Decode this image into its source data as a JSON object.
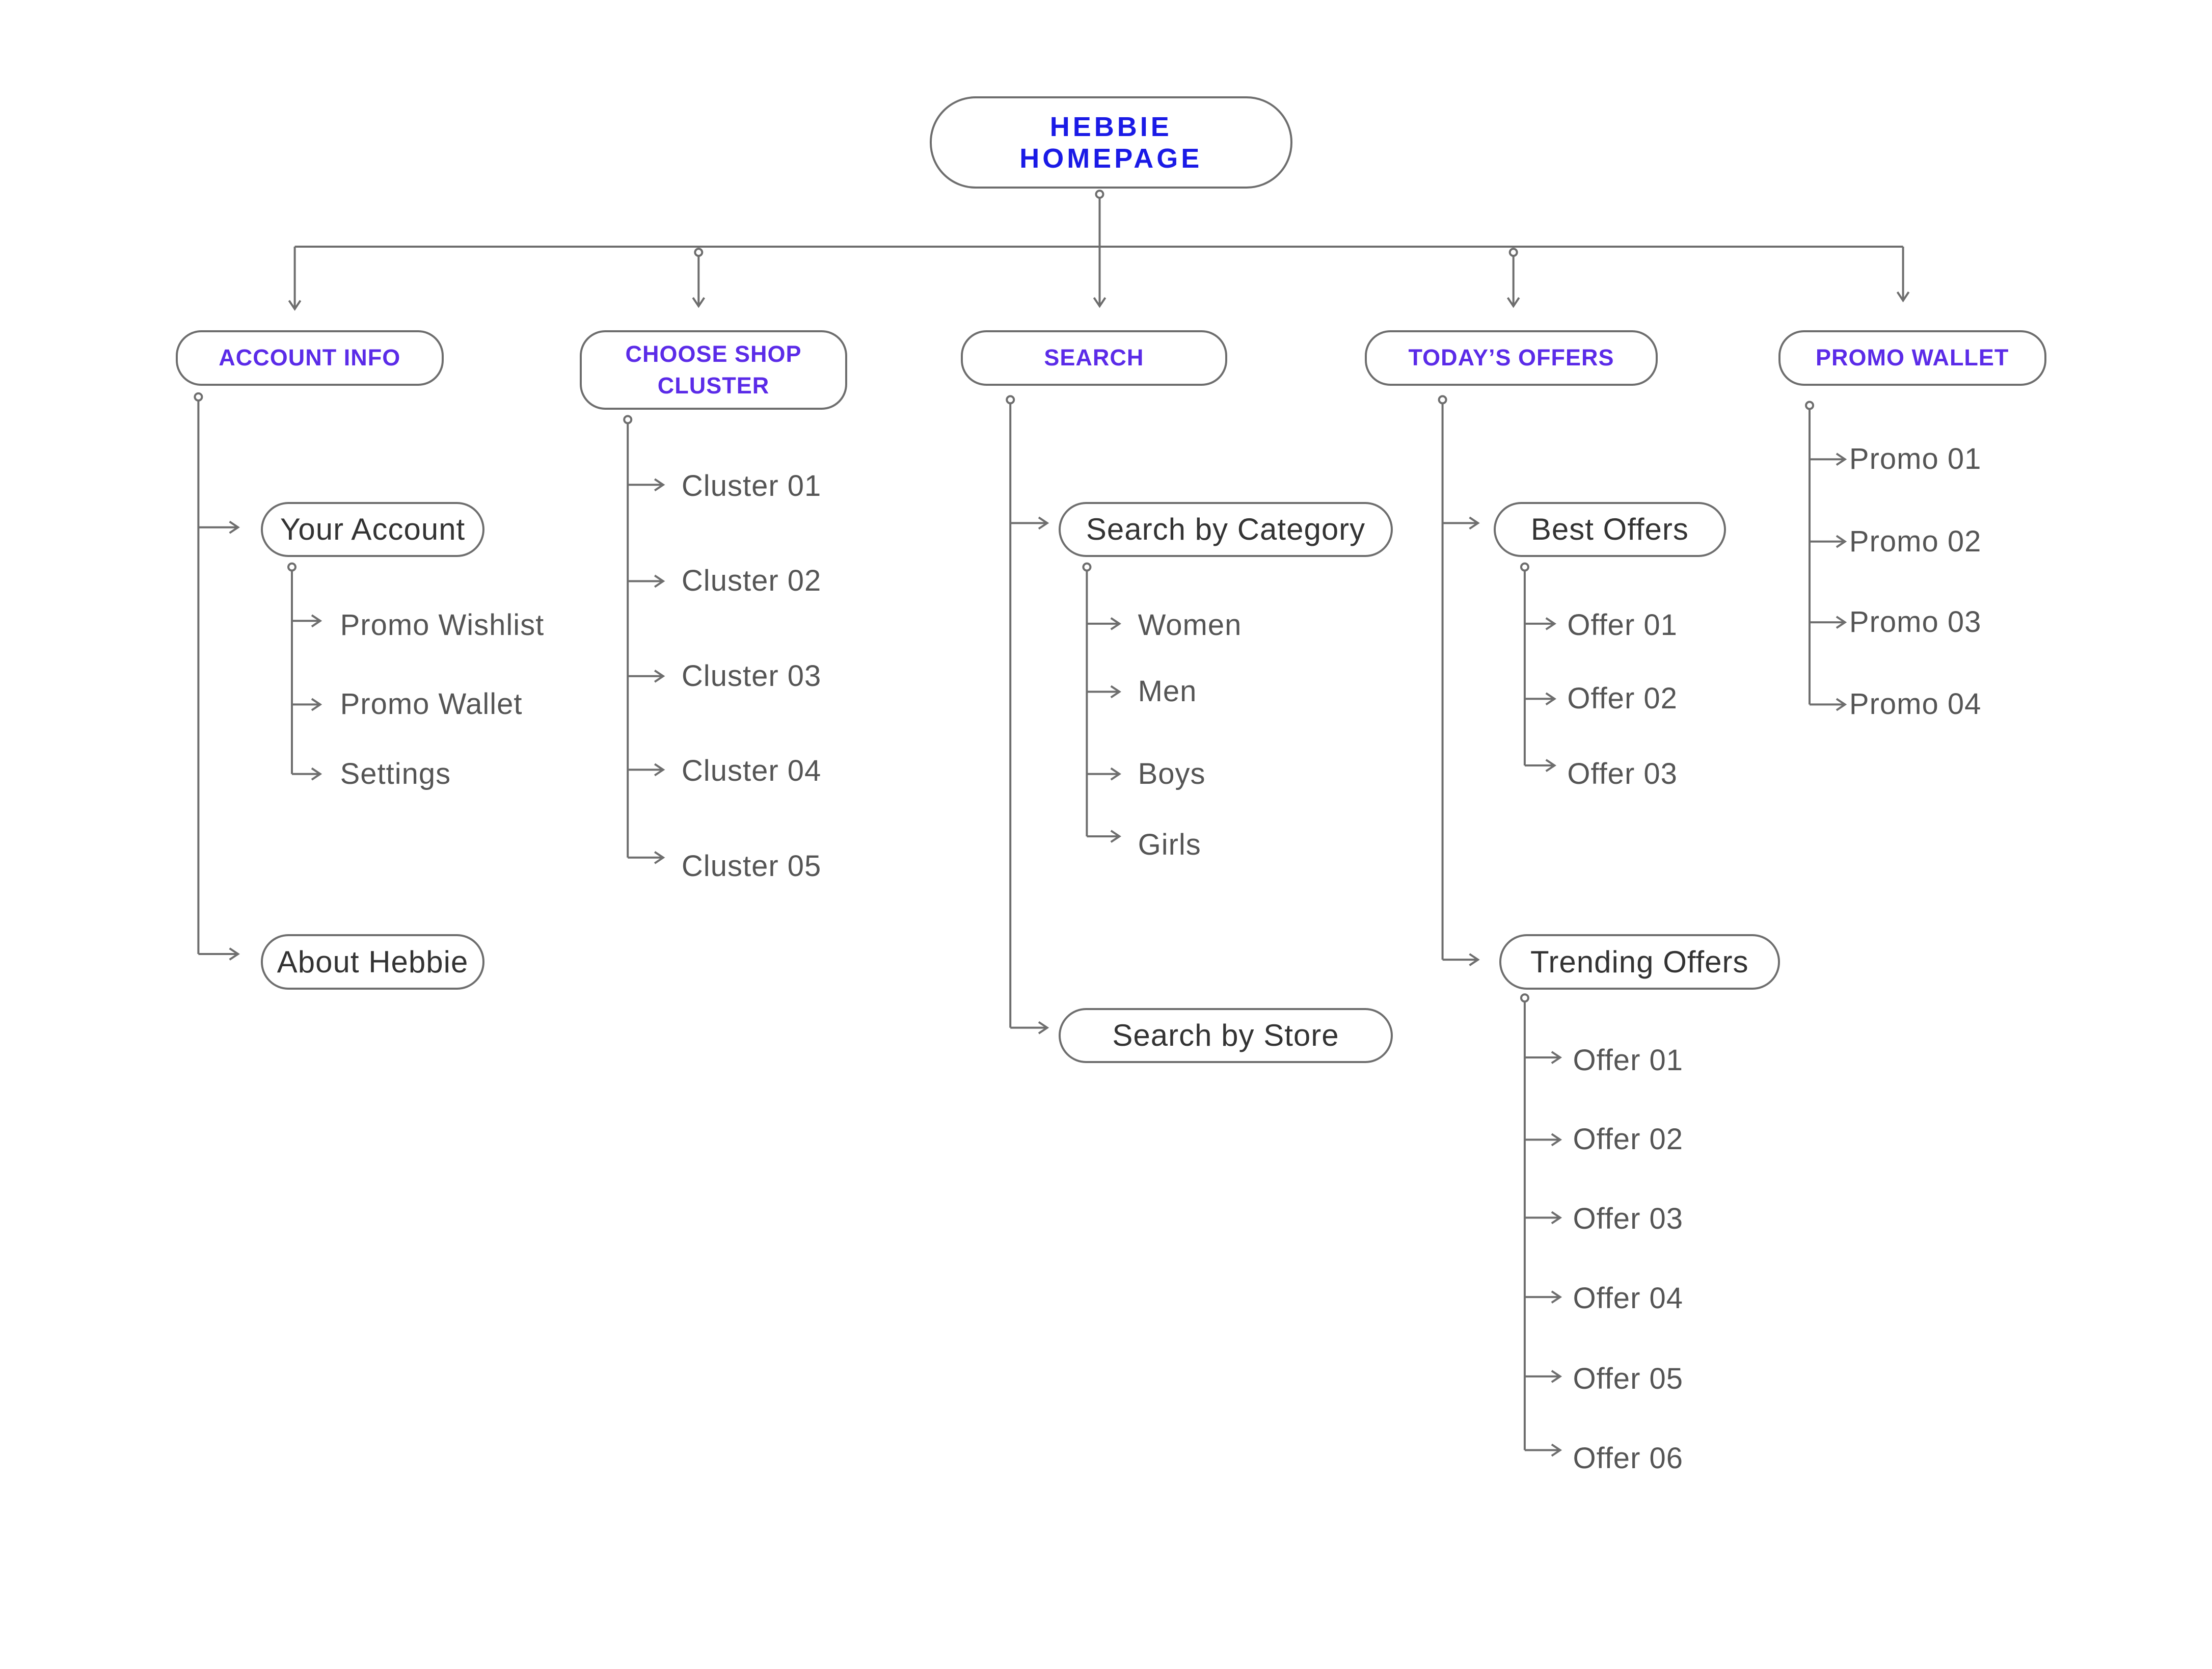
{
  "colors": {
    "root_text": "#1a1ae6",
    "category_text": "#5b2be8",
    "line": "#6e6e6e",
    "text": "#555555"
  },
  "root": {
    "label": "HEBBIE\nHOMEPAGE"
  },
  "columns": [
    {
      "label": "ACCOUNT INFO",
      "groups": [
        {
          "label": "Your Account",
          "items": [
            "Promo Wishlist",
            "Promo Wallet",
            "Settings"
          ]
        },
        {
          "label": "About Hebbie",
          "items": []
        }
      ]
    },
    {
      "label": "CHOOSE SHOP\nCLUSTER",
      "items": [
        "Cluster 01",
        "Cluster 02",
        "Cluster 03",
        "Cluster 04",
        "Cluster 05"
      ]
    },
    {
      "label": "SEARCH",
      "groups": [
        {
          "label": "Search by Category",
          "items": [
            "Women",
            "Men",
            "Boys",
            "Girls"
          ]
        },
        {
          "label": "Search by Store",
          "items": []
        }
      ]
    },
    {
      "label": "TODAY’S OFFERS",
      "groups": [
        {
          "label": "Best Offers",
          "items": [
            "Offer 01",
            "Offer 02",
            "Offer 03"
          ]
        },
        {
          "label": "Trending Offers",
          "items": [
            "Offer 01",
            "Offer 02",
            "Offer 03",
            "Offer 04",
            "Offer 05",
            "Offer 06"
          ]
        }
      ]
    },
    {
      "label": "PROMO WALLET",
      "items": [
        "Promo 01",
        "Promo 02",
        "Promo 03",
        "Promo 04"
      ]
    }
  ]
}
